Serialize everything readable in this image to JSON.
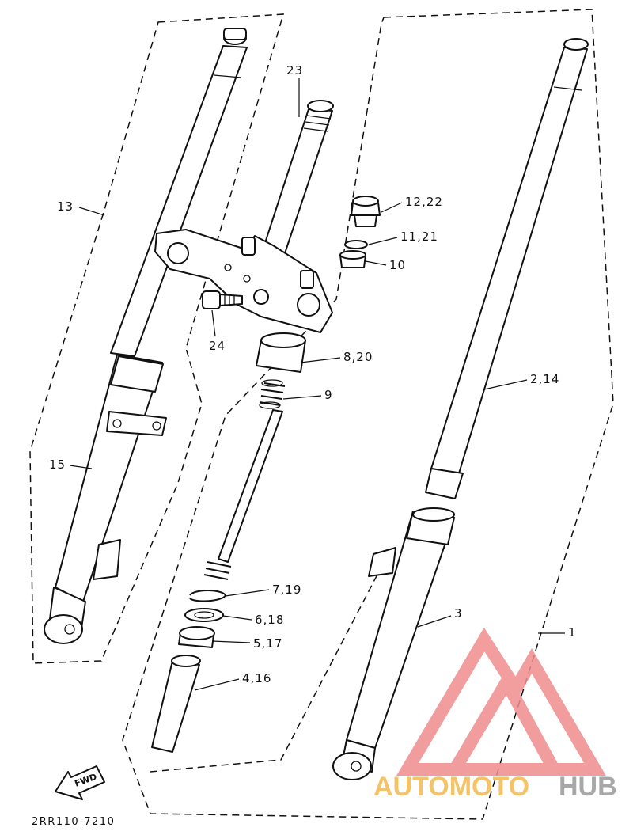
{
  "diagram": {
    "labels": {
      "l23": "23",
      "l13": "13",
      "l12_22": "12,22",
      "l11_21": "11,21",
      "l10": "10",
      "l24": "24",
      "l8_20": "8,20",
      "l9": "9",
      "l2_14": "2,14",
      "l15": "15",
      "l7_19": "7,19",
      "l6_18": "6,18",
      "l5_17": "5,17",
      "l4_16": "4,16",
      "l3": "3",
      "l1": "1"
    },
    "fwd_label": "FWD",
    "drawing_code": "2RR110-7210"
  },
  "watermark": {
    "part1": "AUTOMOTO",
    "part2": "HUB",
    "colors": {
      "triangle": "#f08d8d",
      "auto": "#f3b94e",
      "hub": "#9a9a9a"
    }
  }
}
